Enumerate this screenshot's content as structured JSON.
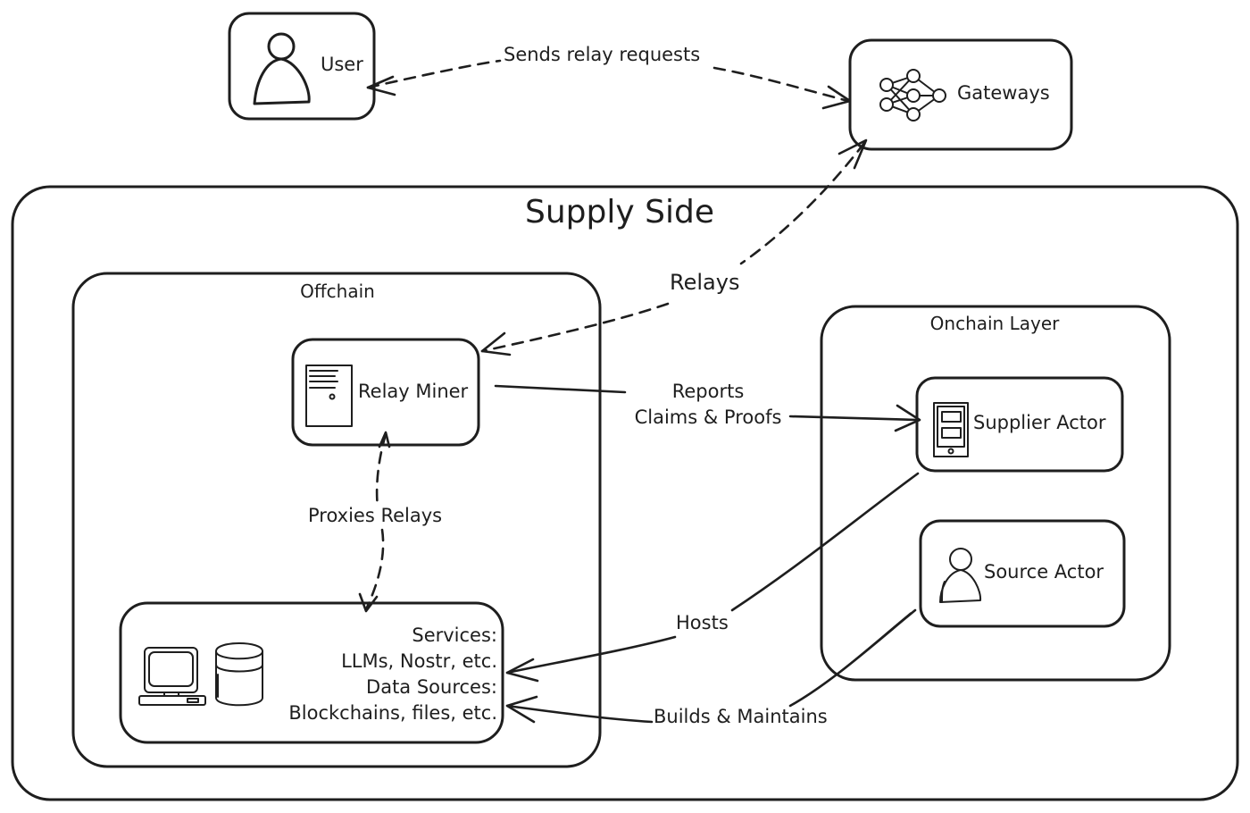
{
  "diagram": {
    "title": "Supply Side",
    "nodes": {
      "user": {
        "label": "User",
        "icon": "person-icon"
      },
      "gateways": {
        "label": "Gateways",
        "icon": "neural-network-icon"
      },
      "relay_miner": {
        "label": "Relay Miner",
        "icon": "server-icon"
      },
      "services": {
        "lines": [
          "Services:",
          "LLMs, Nostr, etc.",
          "Data Sources:",
          "Blockchains, files, etc."
        ],
        "icons": [
          "computer-icon",
          "database-icon"
        ]
      },
      "supplier_actor": {
        "label": "Supplier Actor",
        "icon": "mobile-device-icon"
      },
      "source_actor": {
        "label": "Source Actor",
        "icon": "person-icon"
      }
    },
    "groups": {
      "supply_side": "Supply Side",
      "offchain": "Offchain",
      "onchain": "Onchain Layer"
    },
    "edges": [
      {
        "from": "user",
        "to": "gateways",
        "label": "Sends relay requests",
        "style": "dashed",
        "direction": "both"
      },
      {
        "from": "gateways",
        "to": "relay_miner",
        "label": "Relays",
        "style": "dashed",
        "direction": "both"
      },
      {
        "from": "relay_miner",
        "to": "services",
        "label": "Proxies Relays",
        "style": "dashed",
        "direction": "both"
      },
      {
        "from": "relay_miner",
        "to": "supplier_actor",
        "label_lines": [
          "Reports",
          "Claims & Proofs"
        ],
        "style": "solid",
        "direction": "forward"
      },
      {
        "from": "supplier_actor",
        "to": "services",
        "label": "Hosts",
        "style": "solid",
        "direction": "forward"
      },
      {
        "from": "source_actor",
        "to": "services",
        "label": "Builds & Maintains",
        "style": "solid",
        "direction": "forward"
      }
    ]
  }
}
